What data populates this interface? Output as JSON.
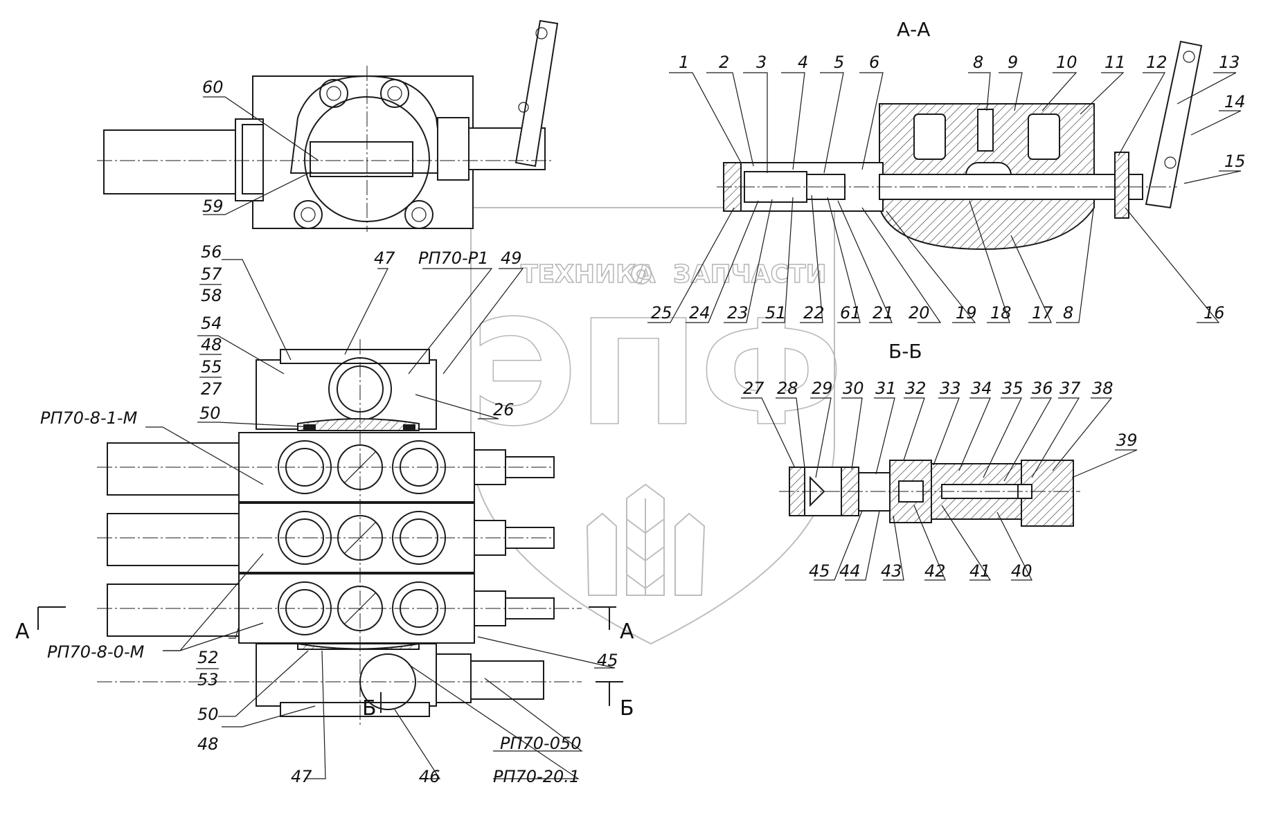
{
  "sections": {
    "aa_title": "А-А",
    "bb_title": "Б-Б",
    "marker_a": "А",
    "marker_b": "Б"
  },
  "watermark": {
    "line1_left": "ТЕХНИКА",
    "line1_right": "ЗАПЧАСТИ",
    "logo": "ЭПФ"
  },
  "callouts": {
    "c1": "1",
    "c2": "2",
    "c3": "3",
    "c4": "4",
    "c5": "5",
    "c6": "6",
    "c8a": "8",
    "c9": "9",
    "c10": "10",
    "c11": "11",
    "c12": "12",
    "c13": "13",
    "c14": "14",
    "c15": "15",
    "c16": "16",
    "c8b": "8",
    "c17": "17",
    "c18": "18",
    "c19": "19",
    "c20": "20",
    "c21": "21",
    "c61": "61",
    "c22": "22",
    "c51": "51",
    "c23": "23",
    "c24": "24",
    "c25": "25",
    "c27b": "27",
    "c28": "28",
    "c29": "29",
    "c30": "30",
    "c31": "31",
    "c32": "32",
    "c33": "33",
    "c34": "34",
    "c35": "35",
    "c36": "36",
    "c37": "37",
    "c38": "38",
    "c39": "39",
    "c40": "40",
    "c41": "41",
    "c42": "42",
    "c43": "43",
    "c44": "44",
    "c45b": "45",
    "c60": "60",
    "c59": "59",
    "c56": "56",
    "c57": "57",
    "c58": "58",
    "c54": "54",
    "c48a": "48",
    "c55": "55",
    "c27a": "27",
    "c47a": "47",
    "rp70_p1": "РП70-Р1",
    "c49": "49",
    "c26": "26",
    "c50a": "50",
    "rp70_8_1_m": "РП70-8-1-М",
    "rp70_8_0_m": "РП70-8-0-М",
    "c52": "52",
    "c53": "53",
    "c45a": "45",
    "c50b": "50",
    "c48b": "48",
    "c47b": "47",
    "c46": "46",
    "rp70_050": "РП70-050",
    "rp70_20_1": "РП70-20.1"
  }
}
